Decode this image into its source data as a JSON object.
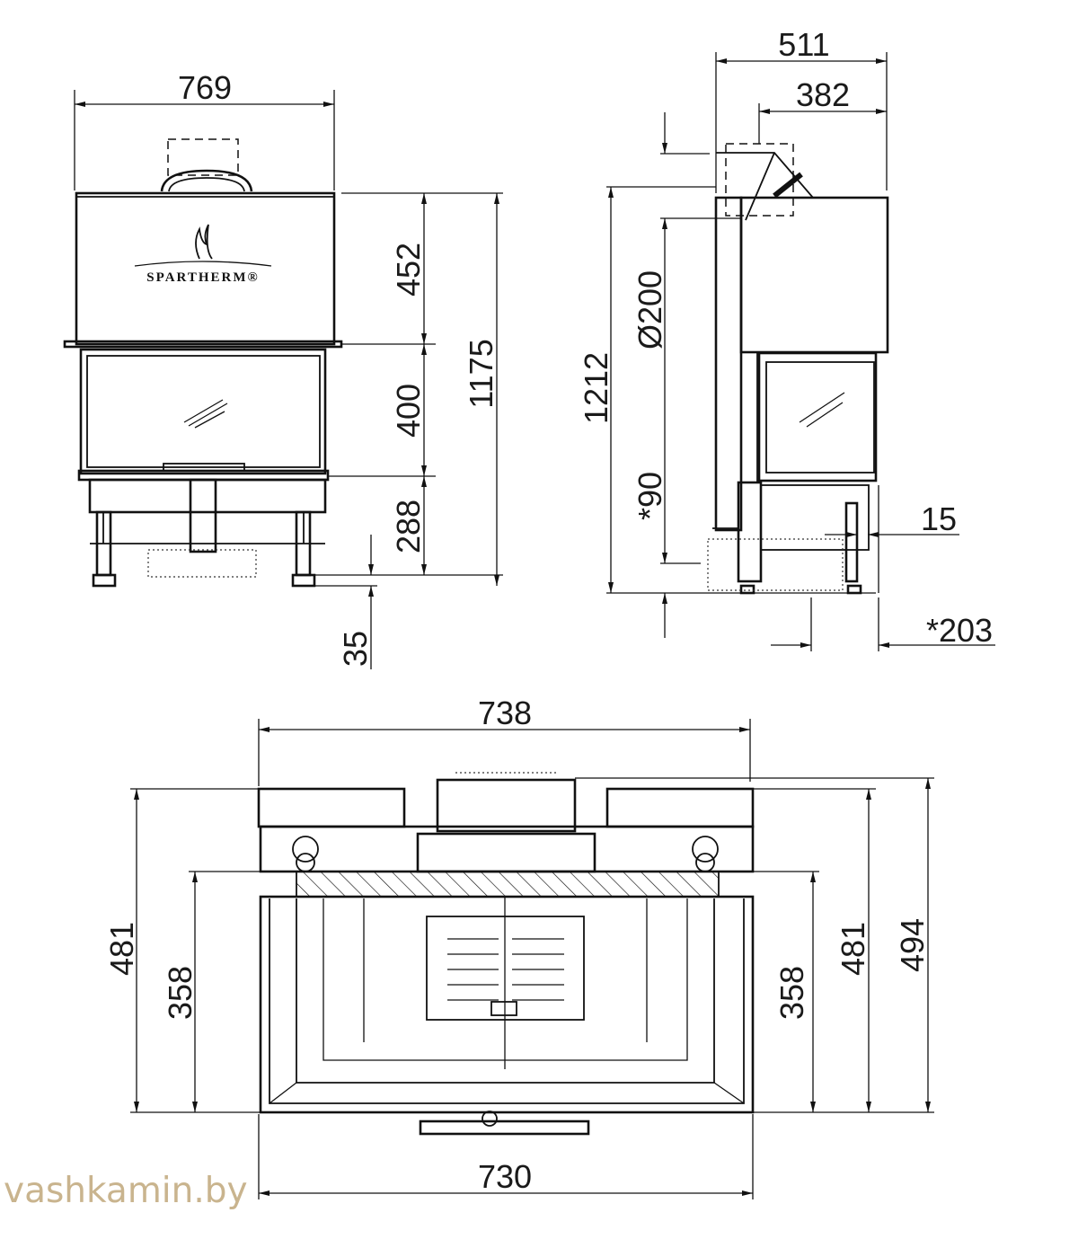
{
  "front_view": {
    "width": "769",
    "hood_height": "452",
    "door_height": "400",
    "base_height": "288",
    "overall_height": "1175",
    "foot_height": "35",
    "logo": "SPARTHERM®"
  },
  "side_view": {
    "depth": "511",
    "flue_offset": "382",
    "flue_diameter": "Ø200",
    "overall_height": "1212",
    "optional_height": "*90",
    "side_gap": "15",
    "optional_depth": "*203"
  },
  "top_view": {
    "top_width": "738",
    "bottom_width": "730",
    "left_depth_outer": "481",
    "left_depth_inner": "358",
    "right_depth_inner": "358",
    "right_depth_outer": "481",
    "total_depth": "494"
  },
  "watermark": "vashkamin.by"
}
